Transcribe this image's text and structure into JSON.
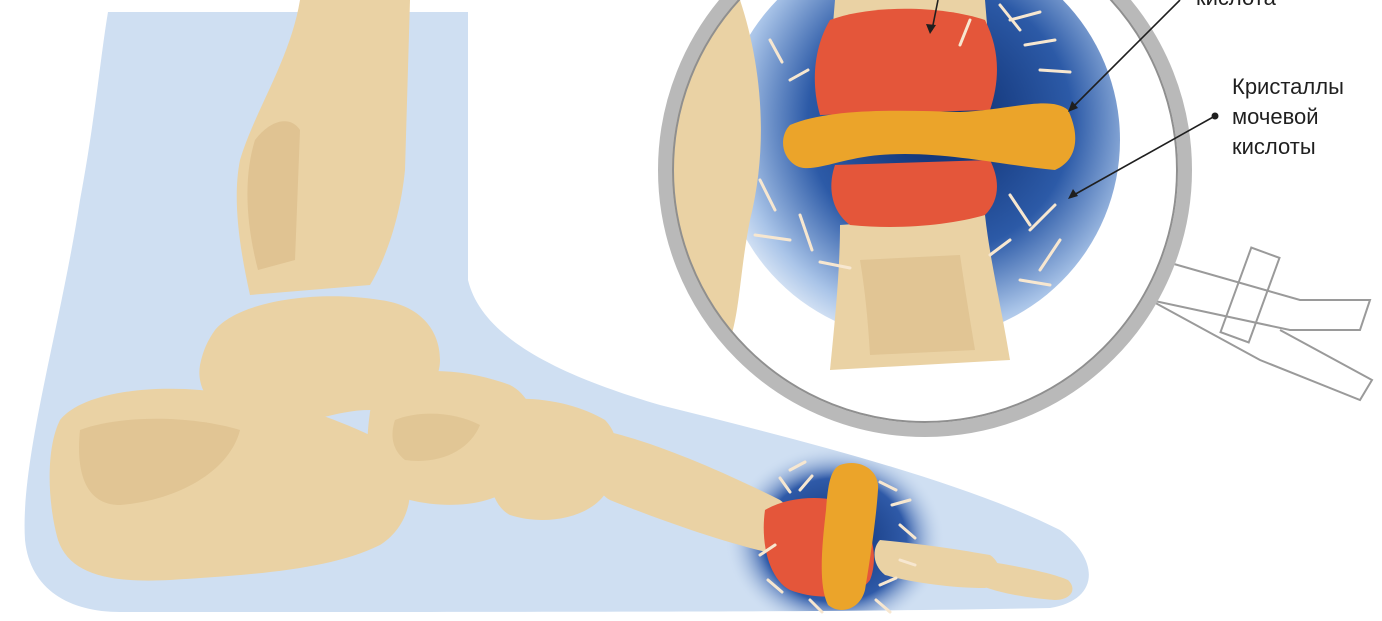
{
  "labels": {
    "top_label": "кислота",
    "crystals_label": {
      "line1": "Кристаллы",
      "line2": "мочевой",
      "line3": "кислоты"
    }
  },
  "colors": {
    "background": "#ffffff",
    "foot_silhouette": "#cfdff2",
    "bone": "#ead2a4",
    "bone_shadow": "#d7b783",
    "inflamed_tissue": "#e4563a",
    "tophus": "#eba42a",
    "deep_blue": "#10347a",
    "crystal": "#f7e7d0",
    "magnifier_rim": "#b9b9b9",
    "text": "#1f1f1f"
  }
}
